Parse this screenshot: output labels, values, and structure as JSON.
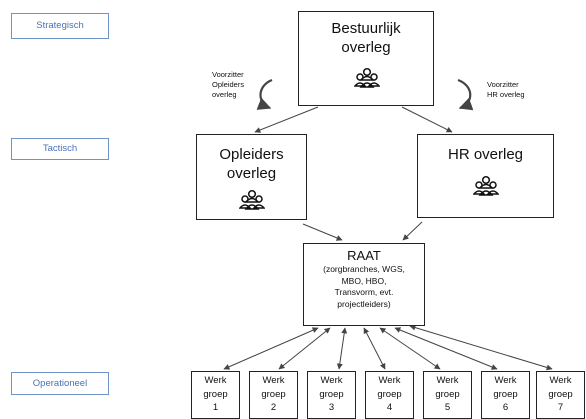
{
  "levels": {
    "strategisch": "Strategisch",
    "tactisch": "Tactisch",
    "operationeel": "Operationeel"
  },
  "bestuurlijk": {
    "line1": "Bestuurlijk",
    "line2": "overleg"
  },
  "opleiders": {
    "line1": "Opleiders",
    "line2": "overleg"
  },
  "hr": {
    "line1": "HR overleg"
  },
  "notes": {
    "voorzitter_opleiders": [
      "Voorzitter",
      "Opleiders",
      "overleg"
    ],
    "voorzitter_hr": [
      "Voorzitter",
      "HR overleg"
    ]
  },
  "raat": {
    "title": "RAAT",
    "lines": [
      "(zorgbranches, WGS,",
      "MBO, HBO,",
      "Transvorm, evt.",
      "projectleiders)"
    ]
  },
  "werkgroepen": [
    {
      "l1": "Werk",
      "l2": "groep",
      "n": "1"
    },
    {
      "l1": "Werk",
      "l2": "groep",
      "n": "2"
    },
    {
      "l1": "Werk",
      "l2": "groep",
      "n": "3"
    },
    {
      "l1": "Werk",
      "l2": "groep",
      "n": "4"
    },
    {
      "l1": "Werk",
      "l2": "groep",
      "n": "5"
    },
    {
      "l1": "Werk",
      "l2": "groep",
      "n": "6"
    },
    {
      "l1": "Werk",
      "l2": "groep",
      "n": "7"
    }
  ]
}
